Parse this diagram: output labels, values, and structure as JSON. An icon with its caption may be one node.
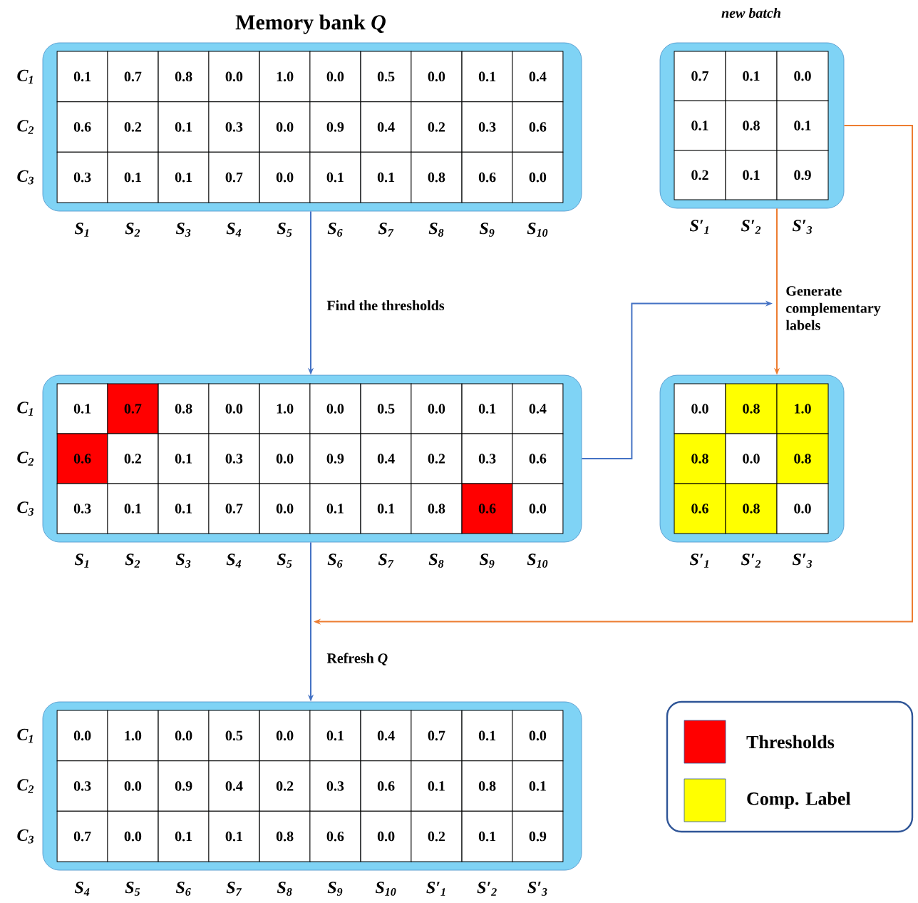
{
  "diagram": {
    "nodes": [
      {
        "text": [
          "Memory bank *Q*"
        ]
      },
      {
        "text": [
          "new batch"
        ]
      },
      {
        "text": [],
        "shape": "box"
      },
      {
        "text": [],
        "shape": "box"
      },
      {
        "text": [],
        "shape": "box"
      }
    ],
    "edges": [
      {
        "from": 0,
        "to": 2,
        "arrow": "to",
        "label": "Find the thresholds"
      },
      {
        "from": 1,
        "to": 3,
        "arrow": "to",
        "label": "Generate complementary labels",
        "color": "#ed7d31"
      },
      {
        "from": 2,
        "to": 3,
        "arrow": "to"
      },
      {
        "from": 2,
        "to": 4,
        "arrow": "to",
        "label": "Refresh *Q*"
      },
      {
        "from": 1,
        "to": 4,
        "arrow": "to",
        "color": "#ed7d31"
      }
    ],
    "labels": [
      "*C*$_{1}$",
      "0.1",
      "0.7",
      "0.8",
      "0.0",
      "1.0",
      "0.0",
      "0.5",
      "0.0",
      "0.1",
      "0.4",
      "*C*$_{2}$",
      "0.6",
      "0.2",
      "0.1",
      "0.3",
      "0.0",
      "0.9",
      "0.4",
      "0.2",
      "0.3",
      "0.6",
      "*C*$_{3}$",
      "0.3",
      "0.1",
      "0.1",
      "0.7",
      "0.0",
      "0.1",
      "0.1",
      "0.8",
      "0.6",
      "0.0",
      "*S*$_{1}$",
      "*S*$_{2}$",
      "*S*$_{3}$",
      "*S*$_{4}$",
      "*S*$_{5}$",
      "*S*$_{6}$",
      "*S*$_{7}$",
      "*S*$_{8}$",
      "*S*$_{9}$",
      "*S*$_{10}$",
      "0.7",
      "0.1",
      "0.0",
      "0.1",
      "0.8",
      "0.1",
      "0.2",
      "0.1",
      "0.9",
      "*S′*$_{1}$",
      "*S′*$_{2}$",
      "*S′*$_{3}$",
      "*C*$_{1}$",
      "0.1",
      "0.7",
      "0.8",
      "0.0",
      "1.0",
      "0.0",
      "0.5",
      "0.0",
      "0.1",
      "0.4",
      "*C*$_{2}$",
      "0.6",
      "0.2",
      "0.1",
      "0.3",
      "0.0",
      "0.9",
      "0.4",
      "0.2",
      "0.3",
      "0.6",
      "*C*$_{3}$",
      "0.3",
      "0.1",
      "0.1",
      "0.7",
      "0.0",
      "0.1",
      "0.1",
      "0.8",
      "0.6",
      "0.0",
      "*S*$_{1}$",
      "*S*$_{2}$",
      "*S*$_{3}$",
      "*S*$_{4}$",
      "*S*$_{5}$",
      "*S*$_{6}$",
      "*S*$_{7}$",
      "*S*$_{8}$",
      "*S*$_{9}$",
      "*S*$_{10}$",
      "0.0",
      "0.8",
      "1.0",
      "0.8",
      "0.0",
      "0.8",
      "0.6",
      "0.8",
      "0.0",
      "*S′*$_{1}$",
      "*S′*$_{2}$",
      "*S′*$_{3}$",
      "*C*$_{1}$",
      "0.0",
      "1.0",
      "0.0",
      "0.5",
      "0.0",
      "0.1",
      "0.4",
      "0.7",
      "0.1",
      "0.0",
      "*C*$_{2}$",
      "0.3",
      "0.0",
      "0.9",
      "0.4",
      "0.2",
      "0.3",
      "0.6",
      "0.1",
      "0.8",
      "0.1",
      "*C*$_{3}$",
      "0.7",
      "0.0",
      "0.1",
      "0.1",
      "0.8",
      "0.6",
      "0.0",
      "0.2",
      "0.1",
      "0.9",
      "*S*$_{4}$",
      "*S*$_{5}$",
      "*S*$_{6}$",
      "*S*$_{7}$",
      "*S*$_{8}$",
      "*S*$_{9}$",
      "*S*$_{10}$",
      "*S′*$_{1}$",
      "*S′*$_{2}$",
      "*S′*$_{3}$"
    ],
    "legend": [
      {
        "text": "Thresholds",
        "color": "#ff0000"
      },
      {
        "text": "Comp. Label",
        "color": "#ffff00"
      }
    ]
  }
}
